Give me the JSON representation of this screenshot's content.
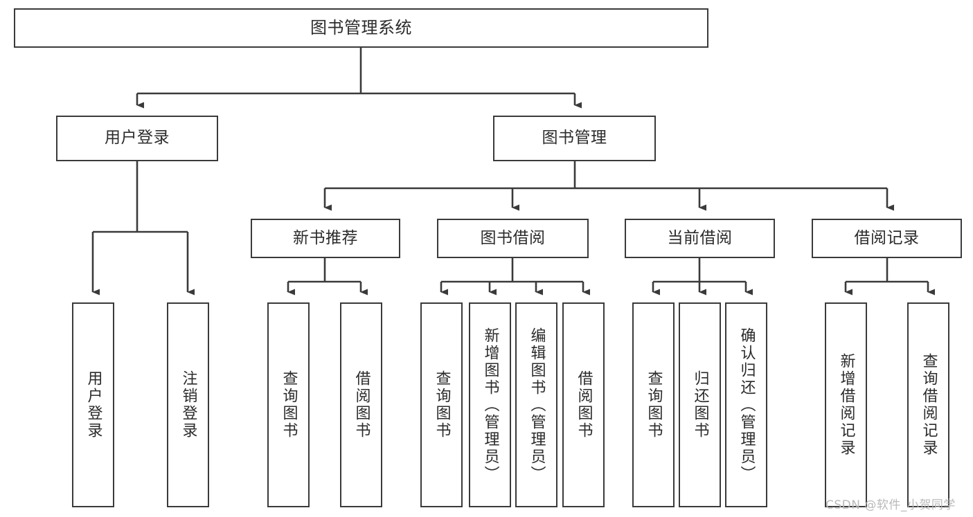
{
  "diagram": {
    "title": "图书管理系统",
    "type": "hierarchy-tree",
    "root": {
      "label": "图书管理系统",
      "level": 0
    },
    "level1": [
      {
        "label": "用户登录"
      },
      {
        "label": "图书管理"
      }
    ],
    "level2": [
      {
        "label": "新书推荐"
      },
      {
        "label": "图书借阅"
      },
      {
        "label": "当前借阅"
      },
      {
        "label": "借阅记录"
      }
    ],
    "leaves": {
      "user_login": [
        {
          "label": "用户登录"
        },
        {
          "label": "注销登录"
        }
      ],
      "new_book_recommend": [
        {
          "label": "查询图书"
        },
        {
          "label": "借阅图书"
        }
      ],
      "book_borrow": [
        {
          "label": "查询图书"
        },
        {
          "label": "新增图书（管理员）"
        },
        {
          "label": "编辑图书（管理员）"
        },
        {
          "label": "借阅图书"
        }
      ],
      "current_borrow": [
        {
          "label": "查询图书"
        },
        {
          "label": "归还图书"
        },
        {
          "label": "确认归还（管理员）"
        }
      ],
      "borrow_record": [
        {
          "label": "新增借阅记录"
        },
        {
          "label": "查询借阅记录"
        }
      ]
    },
    "watermark": "CSDN @软件_小贺同学",
    "colors": {
      "box_border": "#3a3a3a",
      "connector": "#3a3a3a",
      "text": "#2b2b2b",
      "background": "#ffffff",
      "watermark": "#b9b9b9"
    }
  }
}
